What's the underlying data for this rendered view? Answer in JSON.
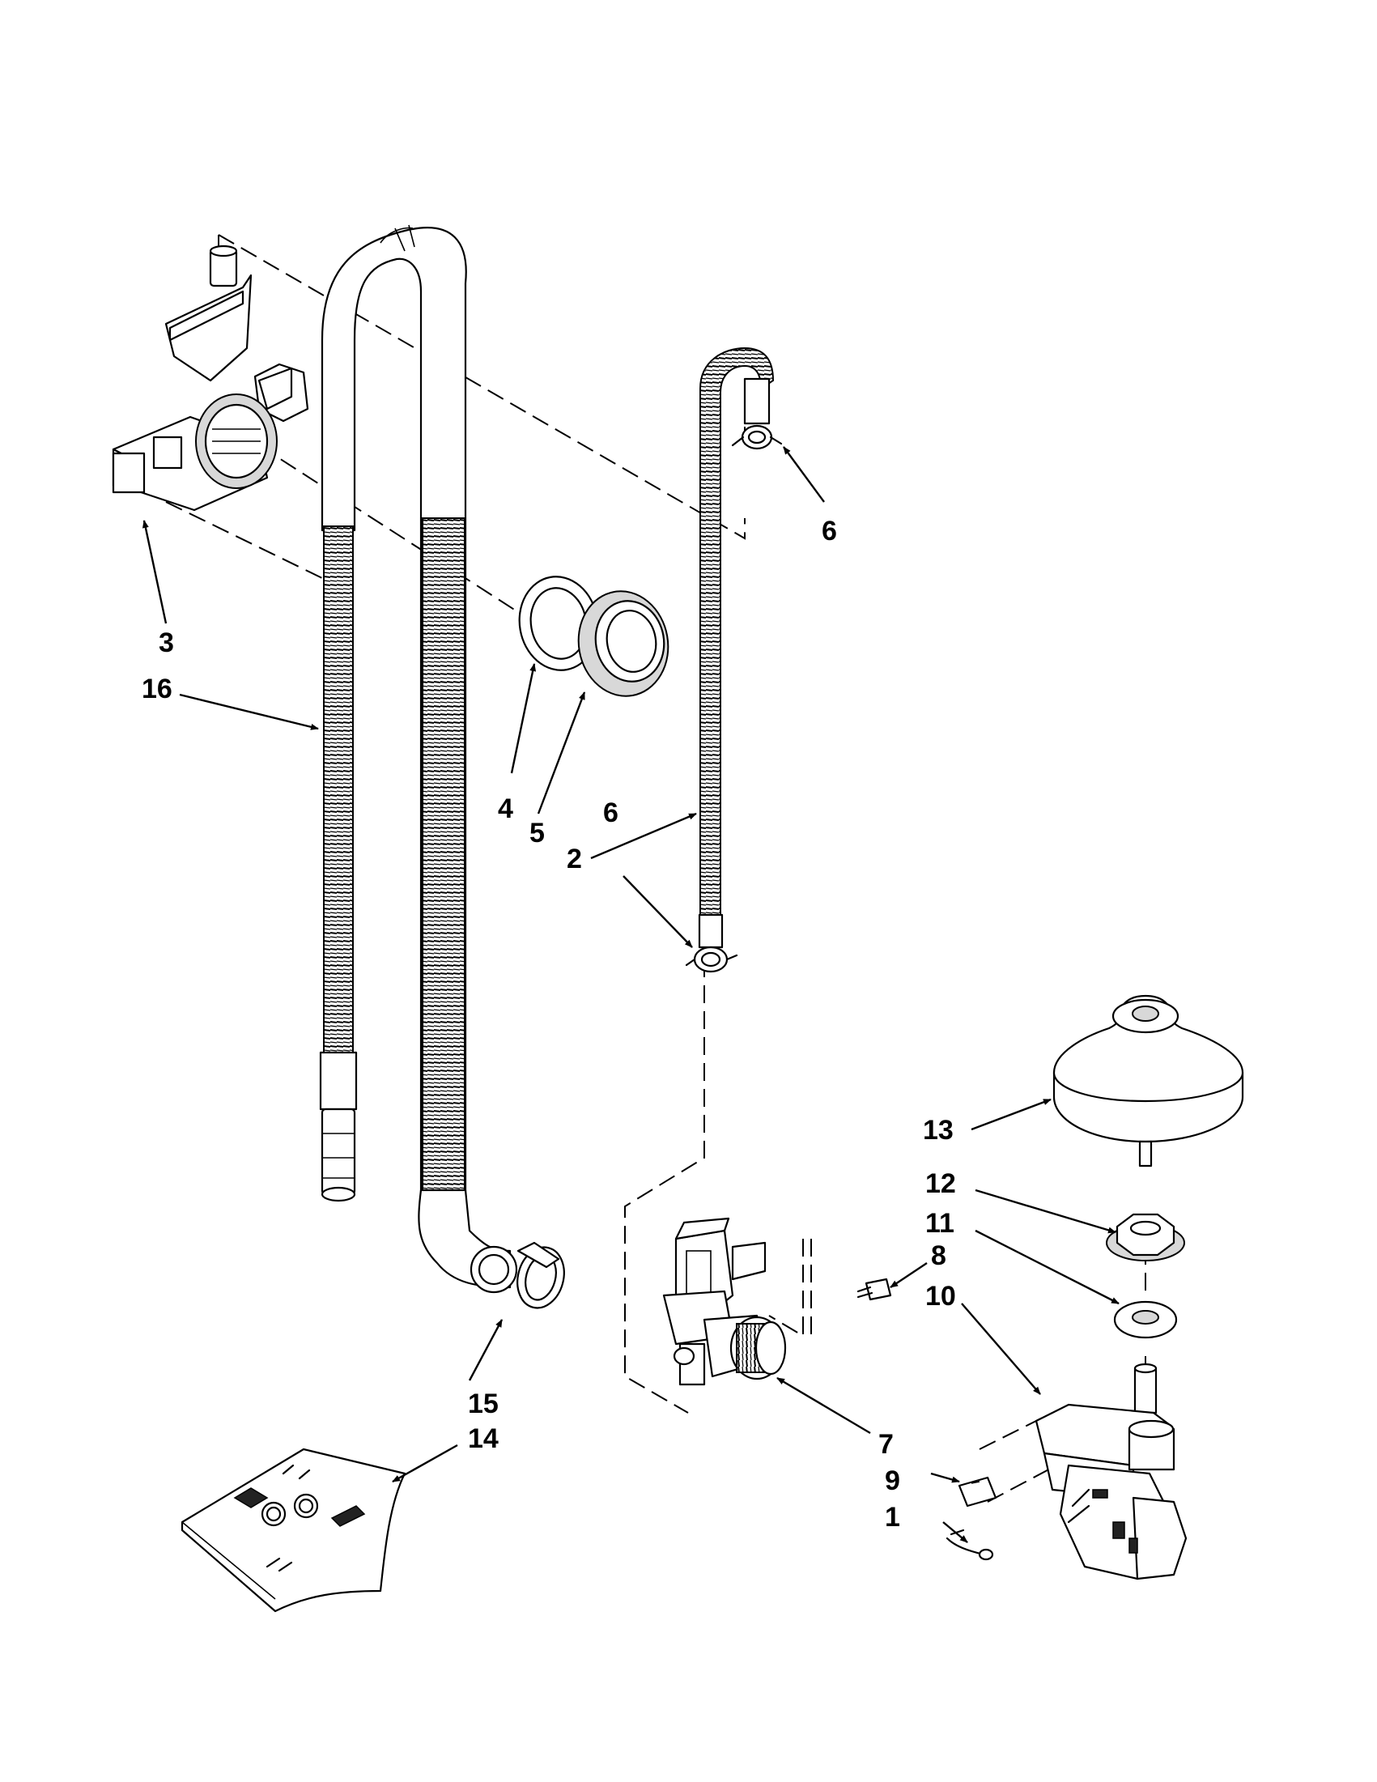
{
  "diagram": {
    "labels": {
      "p1": "1",
      "p2": "2",
      "p3": "3",
      "p4": "4",
      "p5": "5",
      "p6_top": "6",
      "p6_mid": "6",
      "p7": "7",
      "p8": "8",
      "p9": "9",
      "p10": "10",
      "p11": "11",
      "p12": "12",
      "p13": "13",
      "p14": "14",
      "p15": "15",
      "p16": "16"
    }
  }
}
